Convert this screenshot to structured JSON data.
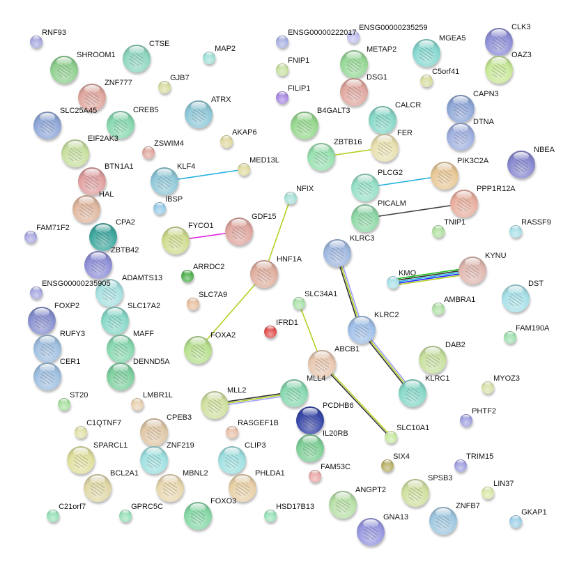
{
  "network": {
    "nodes": [
      {
        "name": "RNF93",
        "color": "#a8a8e0"
      },
      {
        "name": "CTSE",
        "color": "#8fd6c0"
      },
      {
        "name": "SHROOM1",
        "color": "#90d090"
      },
      {
        "name": "MAP2",
        "color": "#a0e0d8"
      },
      {
        "name": "GJB7",
        "color": "#d8dca0"
      },
      {
        "name": "ZNF777",
        "color": "#e0a8a0"
      },
      {
        "name": "ATRX",
        "color": "#90c8d8"
      },
      {
        "name": "SLC25A45",
        "color": "#90a8d8"
      },
      {
        "name": "CREB5",
        "color": "#88d8b0"
      },
      {
        "name": "AKAP6",
        "color": "#e0d8a0"
      },
      {
        "name": "EIF2AK3",
        "color": "#c8e0a0"
      },
      {
        "name": "ZSWIM4",
        "color": "#e0a8a0"
      },
      {
        "name": "MED13L",
        "color": "#e0dca0"
      },
      {
        "name": "KLF4",
        "color": "#90c8d8"
      },
      {
        "name": "BTN1A1",
        "color": "#e0a0a0"
      },
      {
        "name": "IBSP",
        "color": "#98cce8"
      },
      {
        "name": "HAL",
        "color": "#e0b8a0"
      },
      {
        "name": "GDF15",
        "color": "#e0a8a0"
      },
      {
        "name": "FAM71F2",
        "color": "#a8a8e0"
      },
      {
        "name": "CPA2",
        "color": "#40a8a0"
      },
      {
        "name": "FYCO1",
        "color": "#d0dc90"
      },
      {
        "name": "ZBTB42",
        "color": "#9090d8"
      },
      {
        "name": "ARRDC2",
        "color": "#50b050"
      },
      {
        "name": "HNF1A",
        "color": "#e0b0a0"
      },
      {
        "name": "ENSG00000235905",
        "color": "#a8a8e0"
      },
      {
        "name": "ADAMTS13",
        "color": "#a8e0e0"
      },
      {
        "name": "SLC7A9",
        "color": "#e8c0a0"
      },
      {
        "name": "FOXP2",
        "color": "#8890d0"
      },
      {
        "name": "SLC17A2",
        "color": "#88d8c8"
      },
      {
        "name": "IFRD1",
        "color": "#e05050"
      },
      {
        "name": "RUFY3",
        "color": "#a0c0e0"
      },
      {
        "name": "MAFF",
        "color": "#88d8b0"
      },
      {
        "name": "FOXA2",
        "color": "#b8e090"
      },
      {
        "name": "CER1",
        "color": "#a0c0e0"
      },
      {
        "name": "DENND5A",
        "color": "#80d0a0"
      },
      {
        "name": "ST20",
        "color": "#a8e0a0"
      },
      {
        "name": "LMBR1L",
        "color": "#e8d0b0"
      },
      {
        "name": "MLL2",
        "color": "#d0e0a0"
      },
      {
        "name": "C1QTNF7",
        "color": "#e0e0a8"
      },
      {
        "name": "CPEB3",
        "color": "#e0c8a8"
      },
      {
        "name": "RASGEF1B",
        "color": "#e8c0a8"
      },
      {
        "name": "SPARCL1",
        "color": "#e0e0a0"
      },
      {
        "name": "ZNF219",
        "color": "#a0e0e0"
      },
      {
        "name": "CLIP3",
        "color": "#a0e0e0"
      },
      {
        "name": "BCL2A1",
        "color": "#e0d8a8"
      },
      {
        "name": "MBNL2",
        "color": "#e8d8b0"
      },
      {
        "name": "PHLDA1",
        "color": "#e8d0a8"
      },
      {
        "name": "C21orf7",
        "color": "#98e0b8"
      },
      {
        "name": "GPRC5C",
        "color": "#98e0b8"
      },
      {
        "name": "FOXO3",
        "color": "#88d8a8"
      },
      {
        "name": "HSD17B13",
        "color": "#98e0b8"
      },
      {
        "name": "ENSG00000222017",
        "color": "#a8b0e0"
      },
      {
        "name": "ENSG00000235259",
        "color": "#c0c0f0"
      },
      {
        "name": "MGEA5",
        "color": "#88d8d0"
      },
      {
        "name": "CLK3",
        "color": "#9090d8"
      },
      {
        "name": "METAP2",
        "color": "#98d898"
      },
      {
        "name": "FNIP1",
        "color": "#c8e0a0"
      },
      {
        "name": "OAZ3",
        "color": "#c8e898"
      },
      {
        "name": "C5orf41",
        "color": "#d8dca0"
      },
      {
        "name": "DSG1",
        "color": "#e0a8a0"
      },
      {
        "name": "FILIP1",
        "color": "#a888e0"
      },
      {
        "name": "CAPN3",
        "color": "#90a8d8"
      },
      {
        "name": "CALCR",
        "color": "#88d8c8"
      },
      {
        "name": "B4GALT3",
        "color": "#98d890"
      },
      {
        "name": "DTNA",
        "color": "#a0b0e0"
      },
      {
        "name": "FER",
        "color": "#e8e0b0"
      },
      {
        "name": "ZBTB16",
        "color": "#98e0b0"
      },
      {
        "name": "NBEA",
        "color": "#8888d0"
      },
      {
        "name": "PIK3C2A",
        "color": "#e8c898"
      },
      {
        "name": "PLCG2",
        "color": "#98e0c8"
      },
      {
        "name": "PPP1R12A",
        "color": "#e8b0a0"
      },
      {
        "name": "NFIX",
        "color": "#a8e0d8"
      },
      {
        "name": "PICALM",
        "color": "#90d8a8"
      },
      {
        "name": "TNIP1",
        "color": "#b0e0a0"
      },
      {
        "name": "RASSF9",
        "color": "#a8e0e8"
      },
      {
        "name": "KLRC3",
        "color": "#a0b8e0"
      },
      {
        "name": "KYNU",
        "color": "#e0b8b0"
      },
      {
        "name": "KMO",
        "color": "#a8e0e8"
      },
      {
        "name": "DST",
        "color": "#a8e0e8"
      },
      {
        "name": "SLC34A1",
        "color": "#a8e0a8"
      },
      {
        "name": "AMBRA1",
        "color": "#b0e0a8"
      },
      {
        "name": "KLRC2",
        "color": "#a0c0e8"
      },
      {
        "name": "FAM190A",
        "color": "#a0e0b0"
      },
      {
        "name": "ABCB1",
        "color": "#e8c8b0"
      },
      {
        "name": "MLL4",
        "color": "#88d8b0"
      },
      {
        "name": "DAB2",
        "color": "#c8e0a0"
      },
      {
        "name": "KLRC1",
        "color": "#88d8c8"
      },
      {
        "name": "MYOZ3",
        "color": "#d8e0a8"
      },
      {
        "name": "PCDHB6",
        "color": "#3848a8"
      },
      {
        "name": "PHTF2",
        "color": "#a0a0e0"
      },
      {
        "name": "SLC10A1",
        "color": "#c8e8a0"
      },
      {
        "name": "IL20RB",
        "color": "#80d098"
      },
      {
        "name": "SIX4",
        "color": "#b8b068"
      },
      {
        "name": "TRIM15",
        "color": "#a0a0e0"
      },
      {
        "name": "FAM53C",
        "color": "#e8a8a8"
      },
      {
        "name": "SPSB3",
        "color": "#d0e0a0"
      },
      {
        "name": "LIN37",
        "color": "#d8e8a8"
      },
      {
        "name": "ANGPT2",
        "color": "#b8e0a8"
      },
      {
        "name": "ZNFB7",
        "color": "#a0c8e0"
      },
      {
        "name": "GKAP1",
        "color": "#a0d0e8"
      },
      {
        "name": "GNA13",
        "color": "#9898e0"
      }
    ],
    "edges": [
      {
        "source": "KLF4",
        "target": "MED13L",
        "colors": [
          "#20b0e0"
        ]
      },
      {
        "source": "FYCO1",
        "target": "GDF15",
        "colors": [
          "#e020e0"
        ]
      },
      {
        "source": "NFIX",
        "target": "HNF1A",
        "colors": [
          "#b0d020"
        ]
      },
      {
        "source": "HNF1A",
        "target": "FOXA2",
        "colors": [
          "#b0d020"
        ]
      },
      {
        "source": "ZBTB16",
        "target": "FER",
        "colors": [
          "#b0d020"
        ]
      },
      {
        "source": "PLCG2",
        "target": "PIK3C2A",
        "colors": [
          "#20b0e0"
        ]
      },
      {
        "source": "PICALM",
        "target": "PPP1R12A",
        "colors": [
          "#404040"
        ]
      },
      {
        "source": "KLRC3",
        "target": "KLRC2",
        "colors": [
          "#a0a0ff",
          "#b0d020",
          "#303030"
        ]
      },
      {
        "source": "KLRC2",
        "target": "KLRC1",
        "colors": [
          "#a0a0ff",
          "#b0d020",
          "#303030"
        ]
      },
      {
        "source": "KMO",
        "target": "KYNU",
        "colors": [
          "#20c020",
          "#303030",
          "#20b0e0",
          "#2020ff",
          "#b0d020"
        ]
      },
      {
        "source": "SLC34A1",
        "target": "ABCB1",
        "colors": [
          "#b0d020"
        ]
      },
      {
        "source": "ABCB1",
        "target": "SLC10A1",
        "colors": [
          "#b0d020",
          "#303030"
        ]
      },
      {
        "source": "MLL2",
        "target": "MLL4",
        "colors": [
          "#303030",
          "#b0d020",
          "#a0a0ff"
        ]
      }
    ]
  }
}
